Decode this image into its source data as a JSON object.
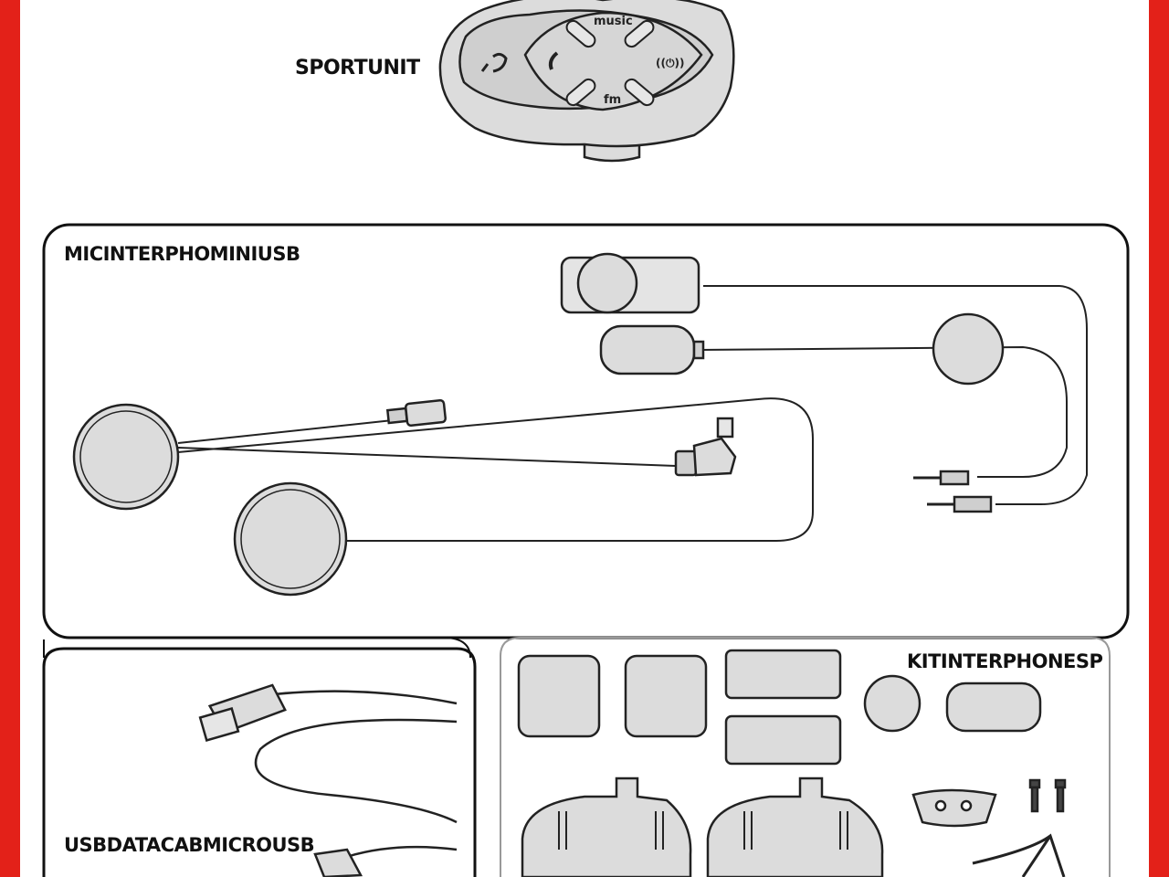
{
  "labels": {
    "sportunit": "SPORTUNIT",
    "micinterphominiusb": "MICINTERPHOMINIUSB",
    "usbdatacabmicrousb": "USBDATACABMICROUSB",
    "kitinterphonesp": "KITINTERPHONESP"
  },
  "device_buttons": {
    "music": "music",
    "fm": "fm"
  },
  "colors": {
    "frame": "#e32119",
    "part_fill": "#dcdcdc",
    "stroke": "#222222"
  }
}
